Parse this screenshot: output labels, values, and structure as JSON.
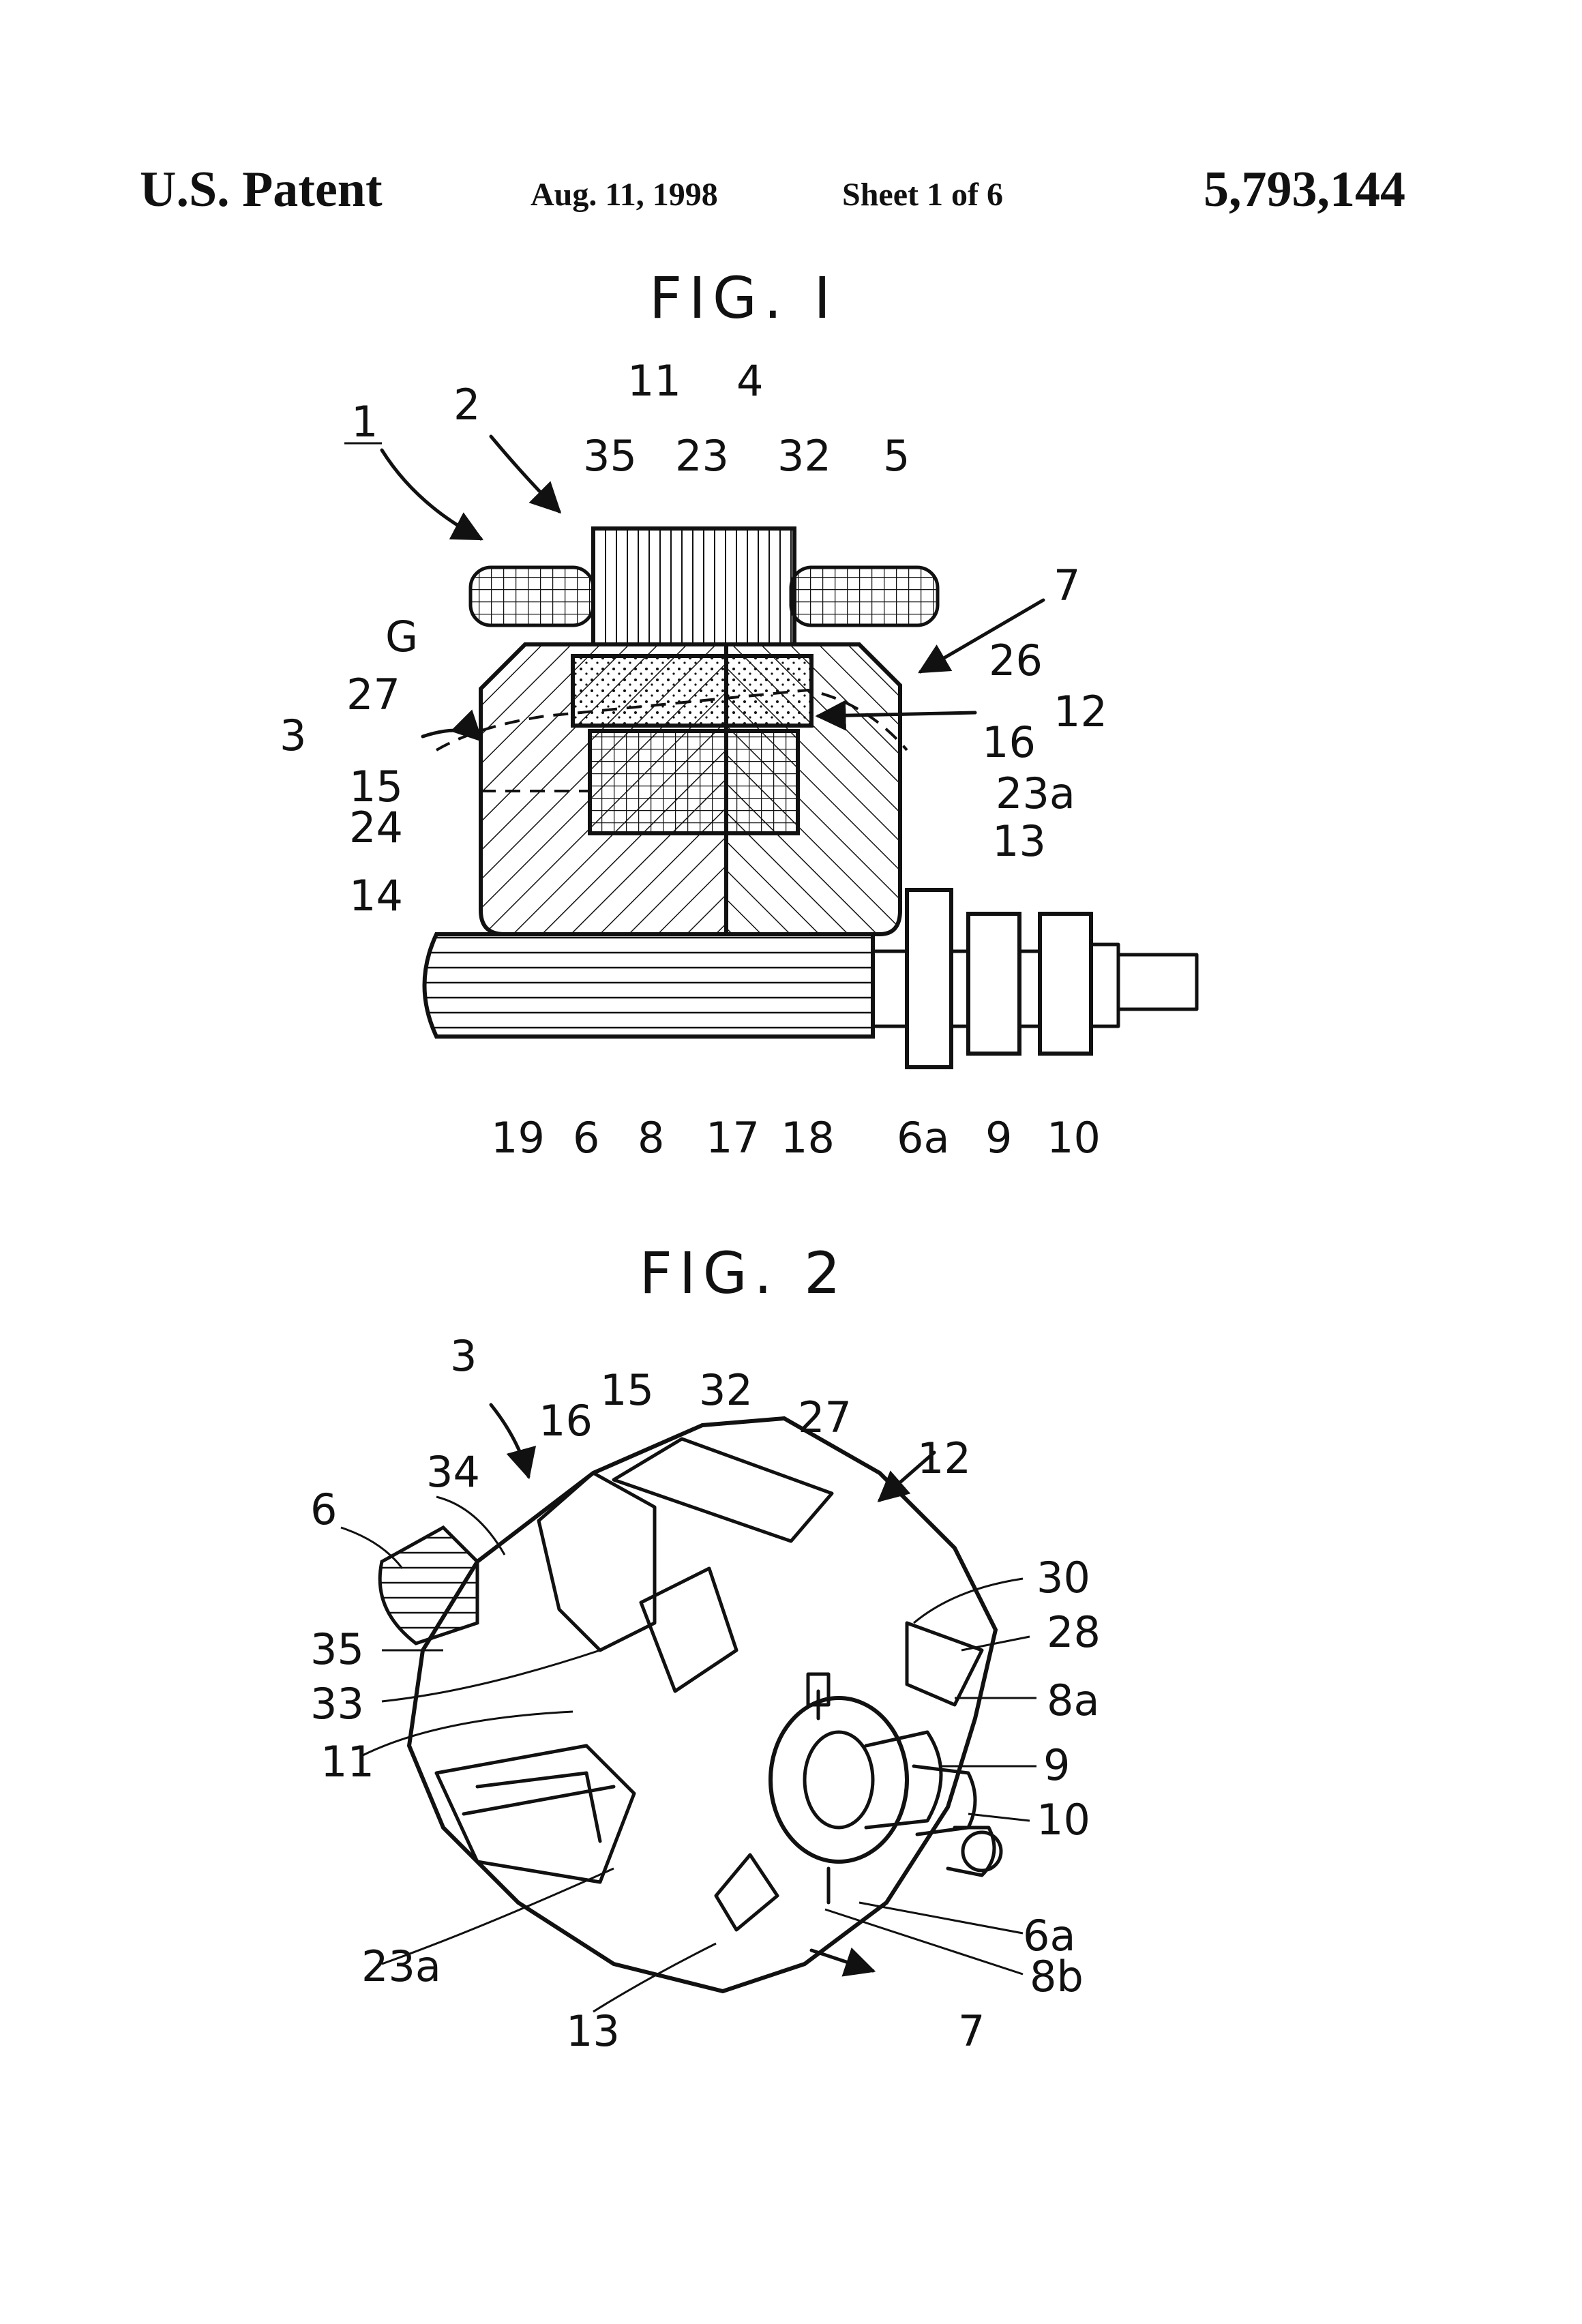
{
  "header": {
    "patent": "U.S. Patent",
    "date": "Aug. 11, 1998",
    "sheet": "Sheet 1 of 6",
    "number": "5,793,144"
  },
  "fig1": {
    "title": "FIG. I",
    "labels": {
      "l1": "1",
      "l2": "2",
      "l11": "11",
      "l4": "4",
      "l35": "35",
      "l23": "23",
      "l32": "32",
      "l5": "5",
      "l7": "7",
      "lG": "G",
      "l26": "26",
      "l27": "27",
      "l12": "12",
      "l3": "3",
      "l16": "16",
      "l15": "15",
      "l23a": "23a",
      "l24": "24",
      "l13": "13",
      "l14": "14",
      "b19": "19",
      "b6": "6",
      "b8": "8",
      "b17": "17",
      "b18": "18",
      "b6a": "6a",
      "b9": "9",
      "b10": "10"
    }
  },
  "fig2": {
    "title": "FIG. 2",
    "labels": {
      "l3": "3",
      "l15": "15",
      "l32": "32",
      "l27": "27",
      "l16": "16",
      "l12": "12",
      "l34": "34",
      "l6": "6",
      "l30": "30",
      "l28": "28",
      "l35": "35",
      "l8a": "8a",
      "l33": "33",
      "l9": "9",
      "l11": "11",
      "l10": "10",
      "l23a": "23a",
      "l6a": "6a",
      "l8b": "8b",
      "l13": "13",
      "l7": "7"
    }
  }
}
